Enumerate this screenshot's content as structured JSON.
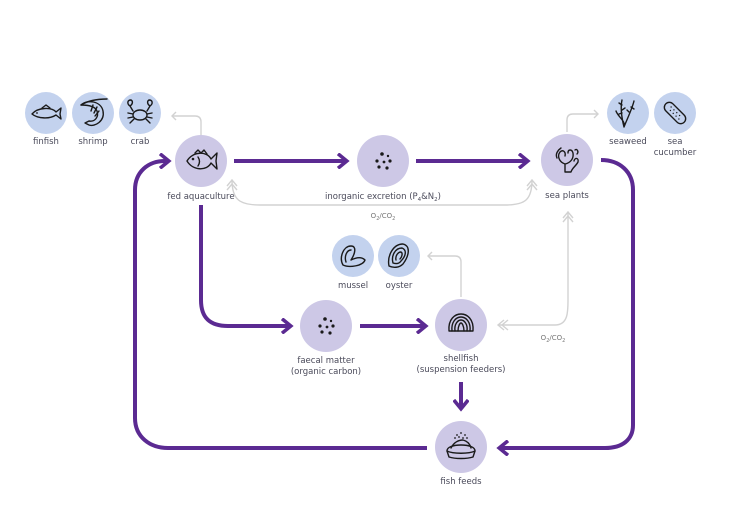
{
  "diagram": {
    "nodes": {
      "fed_aquaculture": {
        "label": "fed aquaculture",
        "icon": "fish-icon"
      },
      "inorganic_excretion": {
        "label": "inorganic excretion (P",
        "sub1": "4",
        "mid": "&N",
        "sub2": "2",
        "end": ")",
        "icon": "particles-icon"
      },
      "sea_plants": {
        "label": "sea plants",
        "icon": "coral-icon"
      },
      "faecal_matter": {
        "label_line1": "faecal matter",
        "label_line2": "(organic carbon)",
        "icon": "particles-icon"
      },
      "shellfish": {
        "label_line1": "shellfish",
        "label_line2": "(suspension feeders)",
        "icon": "shell-icon"
      },
      "fish_feeds": {
        "label": "fish feeds",
        "icon": "feed-bowl-icon"
      }
    },
    "examples": {
      "finfish": {
        "label": "finfish",
        "icon": "finfish-icon"
      },
      "shrimp": {
        "label": "shrimp",
        "icon": "shrimp-icon"
      },
      "crab": {
        "label": "crab",
        "icon": "crab-icon"
      },
      "seaweed": {
        "label": "seaweed",
        "icon": "seaweed-icon"
      },
      "sea_cucumber": {
        "label_line1": "sea",
        "label_line2": "cucumber",
        "icon": "sea-cucumber-icon"
      },
      "mussel": {
        "label": "mussel",
        "icon": "mussel-icon"
      },
      "oyster": {
        "label": "oyster",
        "icon": "oyster-icon"
      }
    },
    "gas_labels": {
      "top": {
        "o": "O",
        "s1": "2",
        "c": "/CO",
        "s2": "2"
      },
      "right": {
        "o": "O",
        "s1": "2",
        "c": "/CO",
        "s2": "2"
      }
    },
    "colors": {
      "flow": "#5b2a92",
      "main_node": "#cdc8e6",
      "example_node": "#c3d2ee",
      "gas_line": "#d2d2d2"
    }
  }
}
